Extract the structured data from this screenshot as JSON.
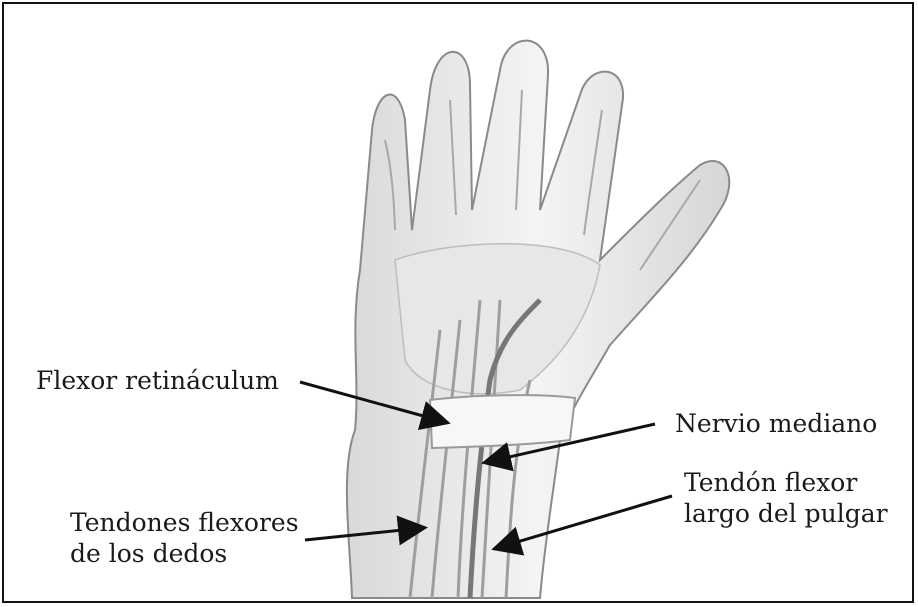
{
  "labels": {
    "flexor_retinaculum": "Flexor retináculum",
    "nervio_mediano": "Nervio mediano",
    "tendon_flexor": [
      "Tendón flexor",
      "largo del pulgar"
    ],
    "tendones_flexores": [
      "Tendones flexores",
      "de los dedos"
    ]
  },
  "colors": {
    "border": "#111111",
    "ink": "#1a1a1a",
    "hand_fill": "#f1f1f1",
    "hand_shade": "#bdbdbd"
  }
}
